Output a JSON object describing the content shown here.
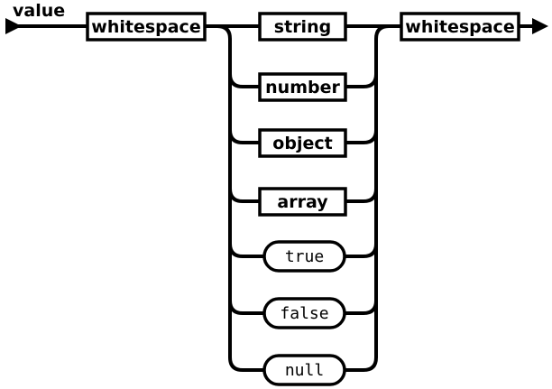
{
  "diagram": {
    "kind": "railroad-syntax-diagram",
    "title": "value",
    "line_color": "#000000",
    "background_color": "#ffffff",
    "start_marker": "left-arrowhead",
    "end_marker": "right-arrowhead",
    "sequence": [
      {
        "id": "ws-left",
        "label": "whitespace",
        "shape": "rect",
        "role": "nonterminal"
      },
      {
        "id": "choice",
        "label": "",
        "shape": "branch",
        "role": "alternation"
      },
      {
        "id": "ws-right",
        "label": "whitespace",
        "shape": "rect",
        "role": "nonterminal"
      }
    ],
    "alternatives": [
      {
        "id": "alt-string",
        "label": "string",
        "shape": "rect",
        "role": "nonterminal"
      },
      {
        "id": "alt-number",
        "label": "number",
        "shape": "rect",
        "role": "nonterminal"
      },
      {
        "id": "alt-object",
        "label": "object",
        "shape": "rect",
        "role": "nonterminal"
      },
      {
        "id": "alt-array",
        "label": "array",
        "shape": "rect",
        "role": "nonterminal"
      },
      {
        "id": "alt-true",
        "label": "true",
        "shape": "capsule",
        "role": "terminal"
      },
      {
        "id": "alt-false",
        "label": "false",
        "shape": "capsule",
        "role": "terminal"
      },
      {
        "id": "alt-null",
        "label": "null",
        "shape": "capsule",
        "role": "terminal"
      }
    ]
  }
}
